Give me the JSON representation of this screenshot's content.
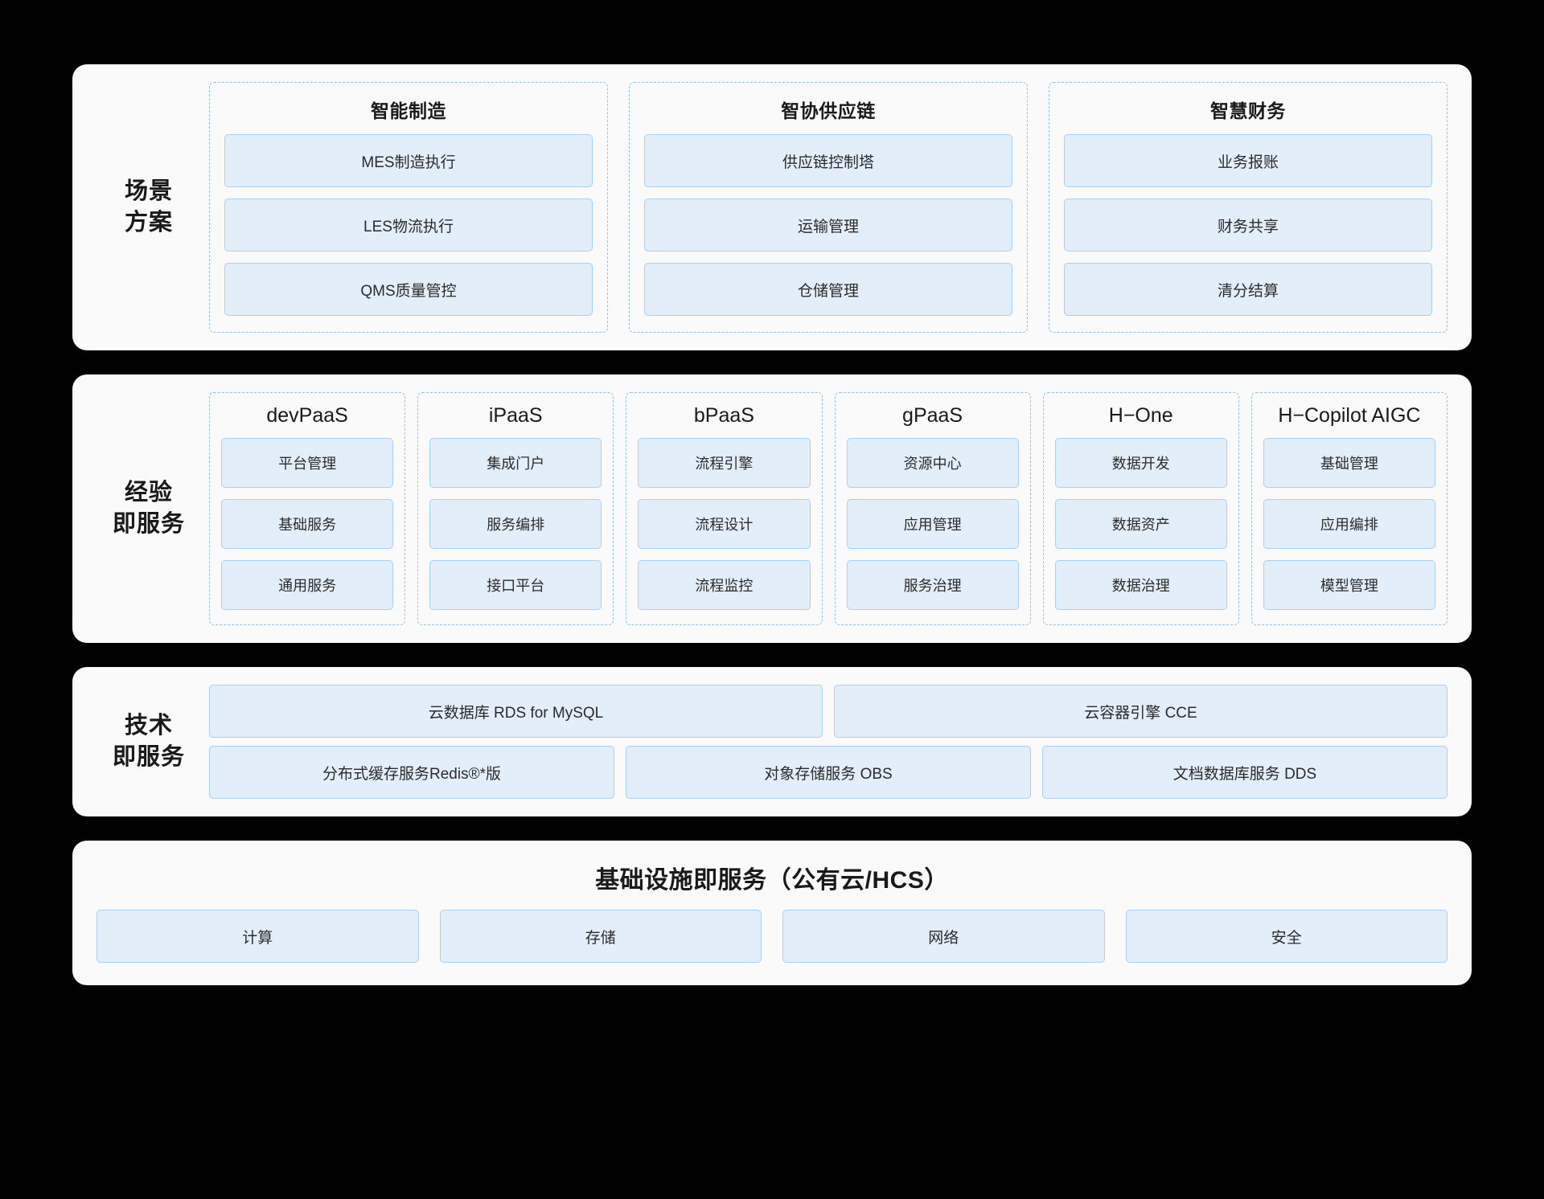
{
  "sections": {
    "scenario": {
      "label": "场景\n方案",
      "groups": [
        {
          "title": "智能制造",
          "items": [
            "MES制造执行",
            "LES物流执行",
            "QMS质量管控"
          ]
        },
        {
          "title": "智协供应链",
          "items": [
            "供应链控制塔",
            "运输管理",
            "仓储管理"
          ]
        },
        {
          "title": "智慧财务",
          "items": [
            "业务报账",
            "财务共享",
            "清分结算"
          ]
        }
      ]
    },
    "experience": {
      "label": "经验\n即服务",
      "groups": [
        {
          "title": "devPaaS",
          "items": [
            "平台管理",
            "基础服务",
            "通用服务"
          ]
        },
        {
          "title": "iPaaS",
          "items": [
            "集成门户",
            "服务编排",
            "接口平台"
          ]
        },
        {
          "title": "bPaaS",
          "items": [
            "流程引擎",
            "流程设计",
            "流程监控"
          ]
        },
        {
          "title": "gPaaS",
          "items": [
            "资源中心",
            "应用管理",
            "服务治理"
          ]
        },
        {
          "title": "H−One",
          "items": [
            "数据开发",
            "数据资产",
            "数据治理"
          ]
        },
        {
          "title": "H−Copilot AIGC",
          "items": [
            "基础管理",
            "应用编排",
            "模型管理"
          ]
        }
      ]
    },
    "technology": {
      "label": "技术\n即服务",
      "row1": [
        "云数据库 RDS for MySQL",
        "云容器引擎 CCE"
      ],
      "row2": [
        "分布式缓存服务Redis®*版",
        "对象存储服务 OBS",
        "文档数据库服务 DDS"
      ]
    },
    "infrastructure": {
      "title": "基础设施即服务（公有云/HCS）",
      "items": [
        "计算",
        "存储",
        "网络",
        "安全"
      ]
    }
  },
  "colors": {
    "page_background": "#000000",
    "band_background": "#fafafa",
    "cell_fill": "#e3eefb",
    "cell_border": "#a9cff2",
    "dashed_border": "#8fc2ee",
    "text": "#1a1a1a"
  }
}
